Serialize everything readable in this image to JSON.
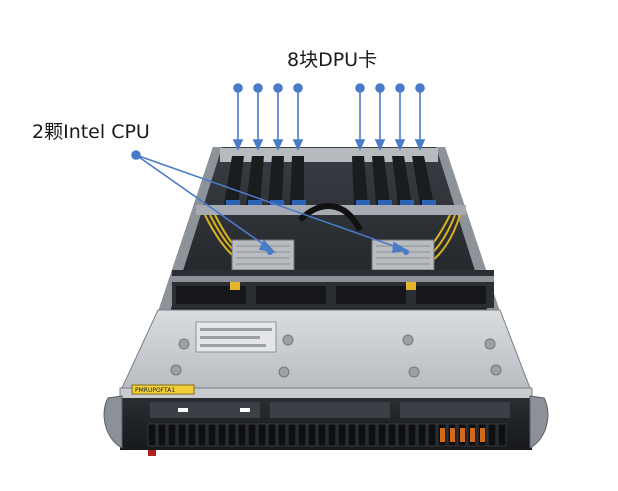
{
  "labels": {
    "dpu": "8块DPU卡",
    "cpu": "2颗Intel CPU"
  },
  "chassis_label": "PMRUPOFTA1",
  "colors": {
    "annotation": "#4a7bc8",
    "chassis_top": "#c9ccd0",
    "chassis_dark": "#2a2d31",
    "cable_yellow": "#d9b21f"
  },
  "dpu_card_count": 8,
  "cpu_count": 2
}
